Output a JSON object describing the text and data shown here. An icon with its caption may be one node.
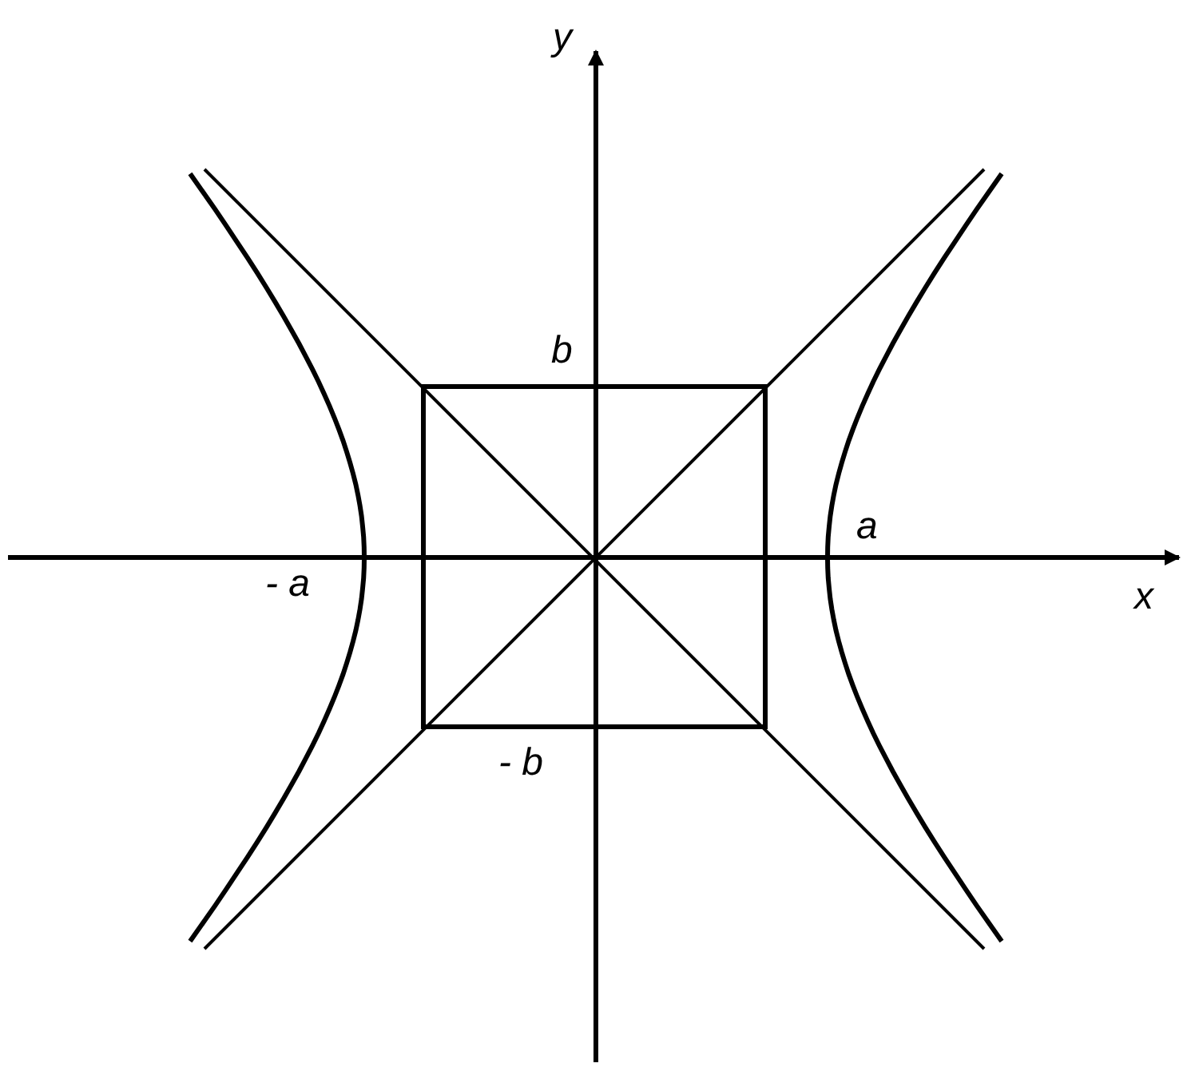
{
  "diagram": {
    "labels": [
      "y",
      "b",
      "a",
      "- a",
      "x",
      "- b"
    ]
  }
}
